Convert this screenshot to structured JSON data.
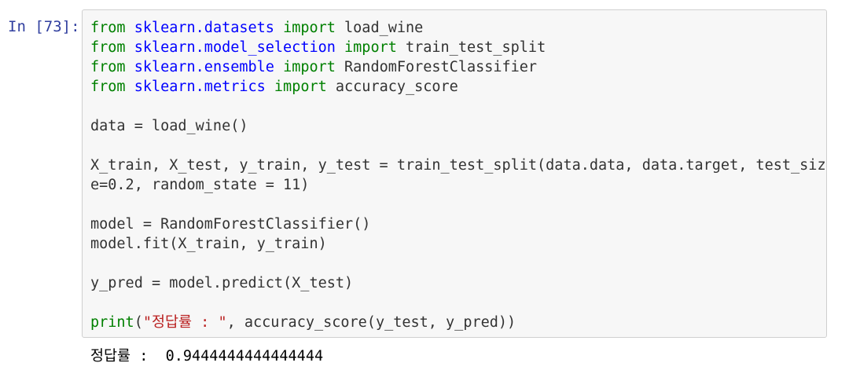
{
  "cell": {
    "prompt": "In [73]:",
    "code_lines": [
      [
        {
          "t": "kw",
          "v": "from"
        },
        {
          "t": "p",
          "v": " "
        },
        {
          "t": "mod",
          "v": "sklearn.datasets"
        },
        {
          "t": "p",
          "v": " "
        },
        {
          "t": "kw",
          "v": "import"
        },
        {
          "t": "p",
          "v": " load_wine"
        }
      ],
      [
        {
          "t": "kw",
          "v": "from"
        },
        {
          "t": "p",
          "v": " "
        },
        {
          "t": "mod",
          "v": "sklearn.model_selection"
        },
        {
          "t": "p",
          "v": " "
        },
        {
          "t": "kw",
          "v": "import"
        },
        {
          "t": "p",
          "v": " train_test_split"
        }
      ],
      [
        {
          "t": "kw",
          "v": "from"
        },
        {
          "t": "p",
          "v": " "
        },
        {
          "t": "mod",
          "v": "sklearn.ensemble"
        },
        {
          "t": "p",
          "v": " "
        },
        {
          "t": "kw",
          "v": "import"
        },
        {
          "t": "p",
          "v": " RandomForestClassifier"
        }
      ],
      [
        {
          "t": "kw",
          "v": "from"
        },
        {
          "t": "p",
          "v": " "
        },
        {
          "t": "mod",
          "v": "sklearn.metrics"
        },
        {
          "t": "p",
          "v": " "
        },
        {
          "t": "kw",
          "v": "import"
        },
        {
          "t": "p",
          "v": " accuracy_score"
        }
      ],
      [],
      [
        {
          "t": "p",
          "v": "data = load_wine()"
        }
      ],
      [],
      [
        {
          "t": "p",
          "v": "X_train, X_test, y_train, y_test = train_test_split(data.data, data.target, test_siz"
        }
      ],
      [
        {
          "t": "p",
          "v": "e=0.2, random_state = 11)"
        }
      ],
      [],
      [
        {
          "t": "p",
          "v": "model = RandomForestClassifier()"
        }
      ],
      [
        {
          "t": "p",
          "v": "model.fit(X_train, y_train)"
        }
      ],
      [],
      [
        {
          "t": "p",
          "v": "y_pred = model.predict(X_test)"
        }
      ],
      [],
      [
        {
          "t": "kw",
          "v": "print"
        },
        {
          "t": "p",
          "v": "("
        },
        {
          "t": "str",
          "v": "\"정답률 : \""
        },
        {
          "t": "p",
          "v": ", accuracy_score(y_test, y_pred))"
        }
      ]
    ],
    "output": "정답률 :  0.9444444444444444"
  },
  "colors": {
    "keyword": "#008000",
    "module": "#0000ff",
    "string": "#ba2121",
    "prompt": "#303f9f",
    "cell_background": "#f7f7f7",
    "cell_border": "#cfcfcf"
  }
}
